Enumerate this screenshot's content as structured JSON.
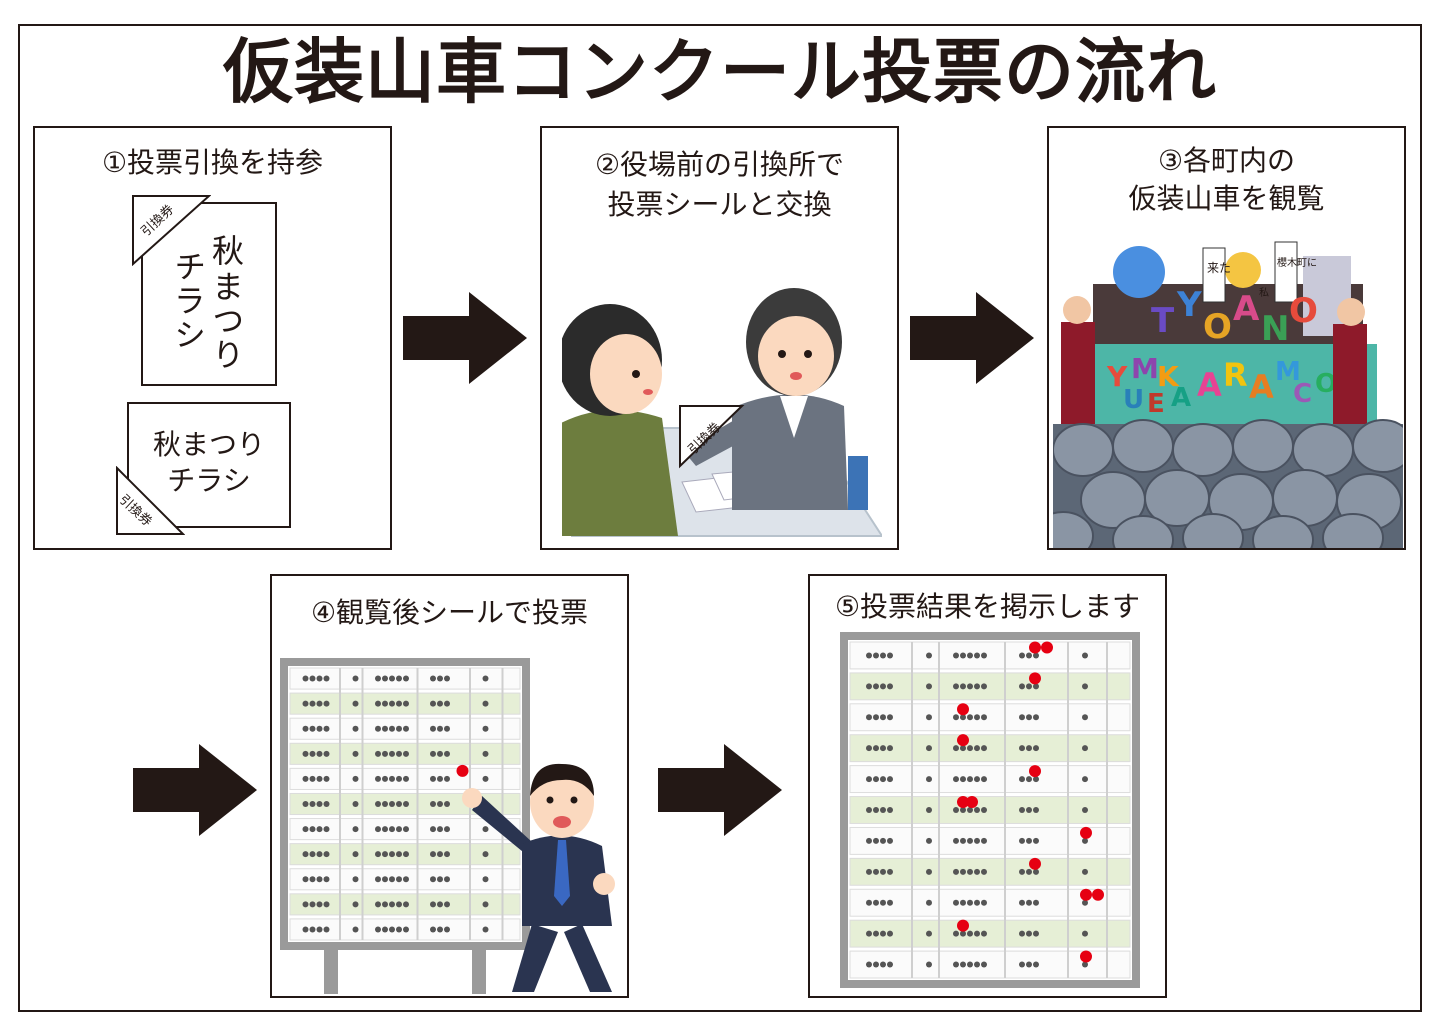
{
  "title": "仮装山車コンクール投票の流れ",
  "steps": [
    {
      "caption": "①投票引換を持参"
    },
    {
      "caption_line1": "②役場前の引換所で",
      "caption_line2": "投票シールと交換"
    },
    {
      "caption_line1": "③各町内の",
      "caption_line2": "仮装山車を観覧"
    },
    {
      "caption": "④観覧後シールで投票"
    },
    {
      "caption": "⑤投票結果を掲示します"
    }
  ],
  "flyer": {
    "vertical_line1": "秋",
    "vertical_line2": "まつり",
    "vertical_line3": "チラシ",
    "horizontal_line1": "秋まつり",
    "horizontal_line2": "チラシ"
  },
  "ticket_label": "引換券",
  "float_signs": {
    "sign1": "来た",
    "sign2": "櫻木町に",
    "sign3": "私"
  },
  "float_letters": [
    "T",
    "Y",
    "O",
    "A",
    "N",
    "O",
    "Y",
    "M",
    "K",
    "U",
    "E",
    "A",
    "A",
    "R",
    "A",
    "M",
    "C",
    "O"
  ],
  "colors": {
    "ink": "#231815",
    "sticker": "#e60012",
    "board_frame": "#9a9a9a",
    "row_green": "#e6efd6"
  }
}
